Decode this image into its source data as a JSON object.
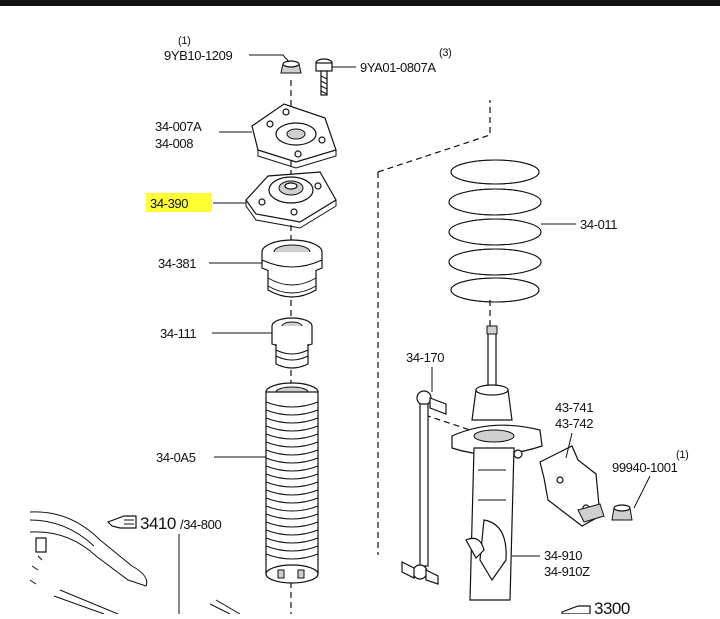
{
  "labels": {
    "nut_qty": "(1)",
    "nut": "9YB10-1209",
    "bolt_qty": "(3)",
    "bolt": "9YA01-0807A",
    "plate_a": "34-007A",
    "plate_b": "34-008",
    "mount": "34-390",
    "bearing": "34-381",
    "bump_stop": "34-111",
    "boot": "34-0A5",
    "spring": "34-011",
    "link": "34-170",
    "bracket_a": "43-741",
    "bracket_b": "43-742",
    "bolt2_qty": "(1)",
    "bolt2": "99940-1001",
    "strut_a": "34-910",
    "strut_b": "34-910Z",
    "ref_main": "3410",
    "ref_sub": "/34-800",
    "ref_bottom": "3300"
  },
  "colors": {
    "highlight": "#ffff33",
    "line": "#111111",
    "shade": "#cfcfcf"
  },
  "highlighted_part": "34-390"
}
